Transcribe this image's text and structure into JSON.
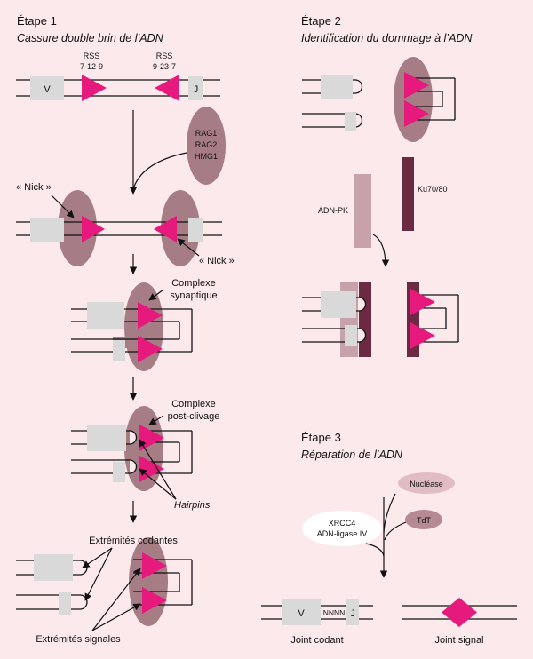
{
  "steps": {
    "step1": {
      "title": "Étape 1",
      "subtitle": "Cassure double brin de l’ADN"
    },
    "step2": {
      "title": "Étape 2",
      "subtitle": "Identification du dommage à l’ADN"
    },
    "step3": {
      "title": "Étape 3",
      "subtitle": "Réparation de l’ADN"
    }
  },
  "labels": {
    "rss_left": "RSS",
    "rss_left_spacing": "7-12-9",
    "rss_right": "RSS",
    "rss_right_spacing": "9-23-7",
    "v_segment": "V",
    "j_segment": "J",
    "rag_complex": [
      "RAG1",
      "RAG2",
      "HMG1"
    ],
    "nick_left": "« Nick »",
    "nick_right": "« Nick »",
    "synaptic_complex": [
      "Complexe",
      "synaptique"
    ],
    "post_cleavage_complex": [
      "Complexe",
      "post-clivage"
    ],
    "hairpins": "Hairpins",
    "coding_ends": "Extrémités codantes",
    "signal_ends": "Extrémités signales",
    "dna_pk": "ADN-PK",
    "ku": "Ku70/80",
    "nuclease": "Nucléase",
    "tdt": "TdT",
    "xrcc4": [
      "XRCC4",
      "ADN-ligase IV"
    ],
    "v_final": "V",
    "nnnn": "NNNN",
    "j_final": "J",
    "coding_joint": "Joint codant",
    "signal_joint": "Joint signal"
  },
  "colors": {
    "background": "#fbe9ec",
    "rss_magenta": "#e6197d",
    "complex_mauve": "#a67c85",
    "gene_segment_gray": "#d9d9d9",
    "dna_pk_pink": "#c7a2ab",
    "ku_dark": "#6b2a41",
    "nuclease_pink": "#e2bcc4",
    "tdt_mauve": "#b58a95"
  }
}
